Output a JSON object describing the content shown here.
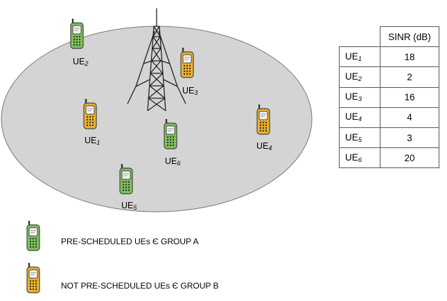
{
  "colors": {
    "cell_fill": "#d4d4d4",
    "cell_border": "#777777",
    "group_a_phone": "#7cc35a",
    "group_b_phone": "#eeb22b",
    "tower": "#222222"
  },
  "users": [
    {
      "id": "UE",
      "sub": "1",
      "group": "B"
    },
    {
      "id": "UE",
      "sub": "2",
      "group": "A"
    },
    {
      "id": "UE",
      "sub": "3",
      "group": "B"
    },
    {
      "id": "UE",
      "sub": "4",
      "group": "B"
    },
    {
      "id": "UE",
      "sub": "5",
      "group": "A"
    },
    {
      "id": "UE",
      "sub": "6",
      "group": "A"
    }
  ],
  "table": {
    "header": "SINR (dB)",
    "rows": [
      {
        "ue": "UE",
        "sub": "1",
        "sinr": "18"
      },
      {
        "ue": "UE",
        "sub": "2",
        "sinr": "2"
      },
      {
        "ue": "UE",
        "sub": "3",
        "sinr": "16"
      },
      {
        "ue": "UE",
        "sub": "4",
        "sinr": "4"
      },
      {
        "ue": "UE",
        "sub": "5",
        "sinr": "3"
      },
      {
        "ue": "UE",
        "sub": "6",
        "sinr": "20"
      }
    ]
  },
  "legend": {
    "group_a": "PRE-SCHEDULED UEs Є GROUP A",
    "group_b": "NOT PRE-SCHEDULED UEs Є GROUP B"
  }
}
